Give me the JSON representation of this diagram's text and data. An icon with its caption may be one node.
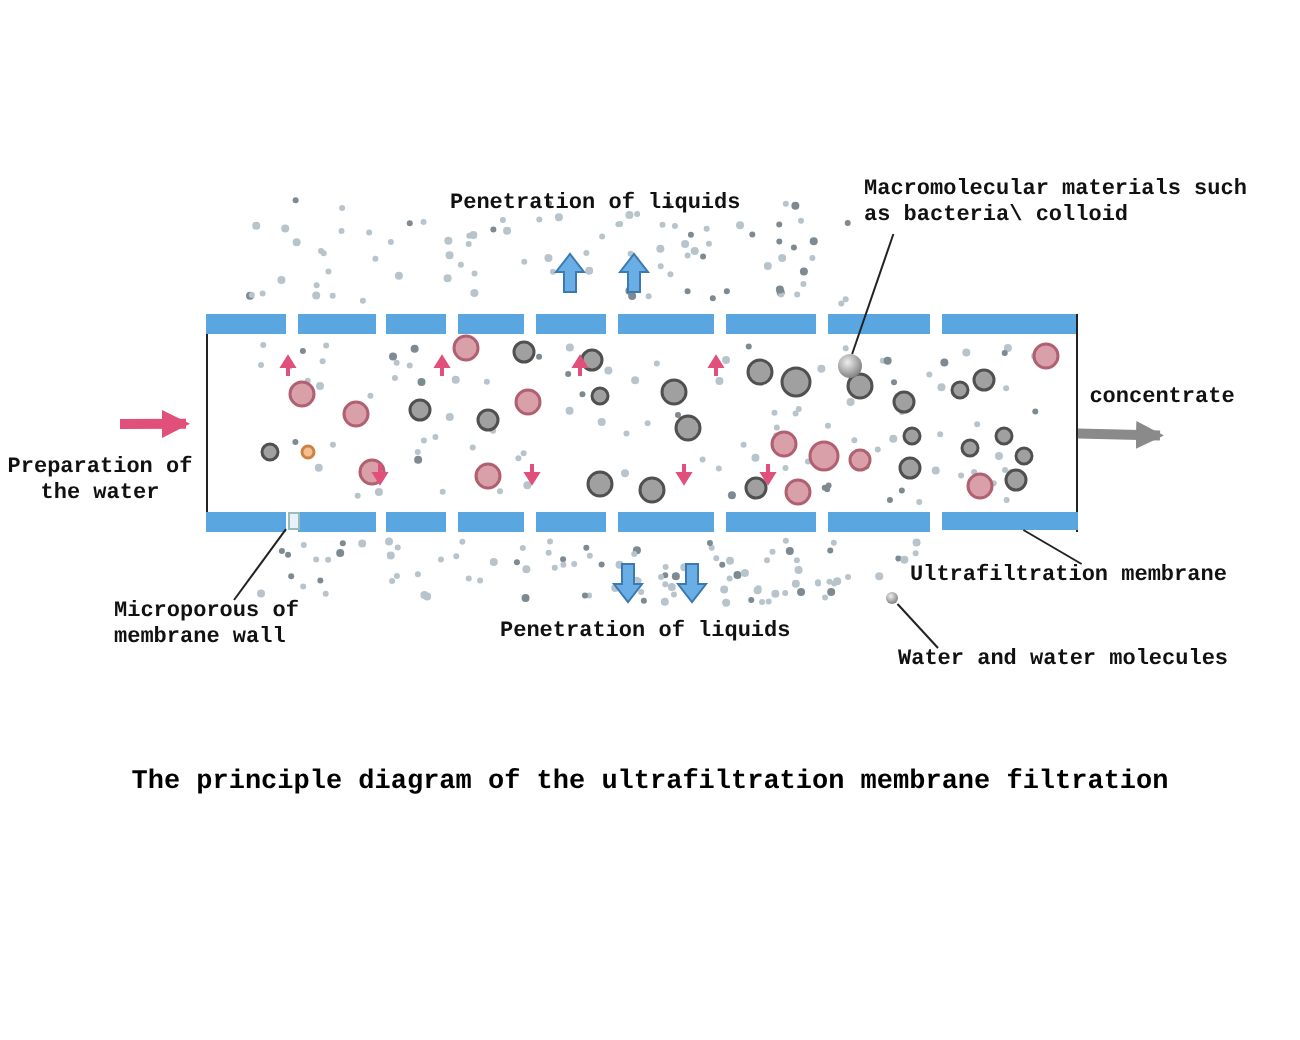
{
  "diagram": {
    "caption": "The principle diagram of the ultrafiltration membrane filtration",
    "nodes": [
      {
        "text": [],
        "shape": "box"
      },
      {
        "text": [
          "Macromolecular materials such as bacteria\\ colloid"
        ]
      },
      {
        "text": [],
        "shape": "circle",
        "in": 0
      },
      {
        "text": [
          "Microporous of membrane wall"
        ]
      },
      {
        "text": [],
        "shape": "box",
        "in": 0
      },
      {
        "text": [
          "Ultrafiltration membrane"
        ]
      },
      {
        "text": [],
        "shape": "bar",
        "in": 0
      },
      {
        "text": [
          "Water and water molecules"
        ]
      },
      {
        "text": [],
        "shape": "circle"
      }
    ],
    "edges": [
      {
        "from": null,
        "to": 0,
        "arrow": "to",
        "label": "Preparation of the water",
        "style": "thick",
        "color": "#e0507a"
      },
      {
        "from": 0,
        "to": null,
        "arrow": "to",
        "label": "concentrate",
        "style": "thick",
        "color": "#8a8a8a"
      },
      {
        "from": 1,
        "to": 2,
        "arrow": "none"
      },
      {
        "from": 3,
        "to": 4,
        "arrow": "none"
      },
      {
        "from": 5,
        "to": 6,
        "arrow": "none"
      },
      {
        "from": 7,
        "to": 8,
        "arrow": "none"
      }
    ],
    "labels": [
      "Penetration of liquids",
      "Penetration of liquids"
    ]
  }
}
